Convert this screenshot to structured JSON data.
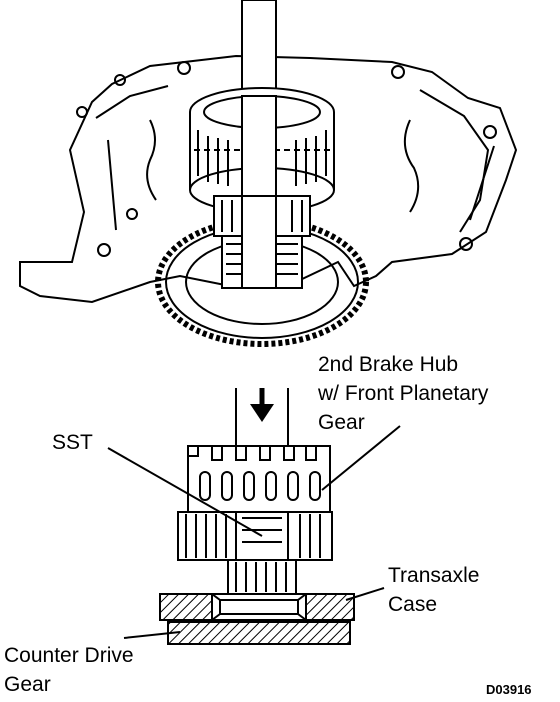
{
  "labels": {
    "brake_hub_line1": "2nd Brake Hub",
    "brake_hub_line2": "w/ Front Planetary",
    "brake_hub_line3": "Gear",
    "sst": "SST",
    "transaxle_line1": "Transaxle",
    "transaxle_line2": "Case",
    "counter_drive_line1": "Counter Drive",
    "counter_drive_line2": "Gear"
  },
  "figure_code": "D03916"
}
